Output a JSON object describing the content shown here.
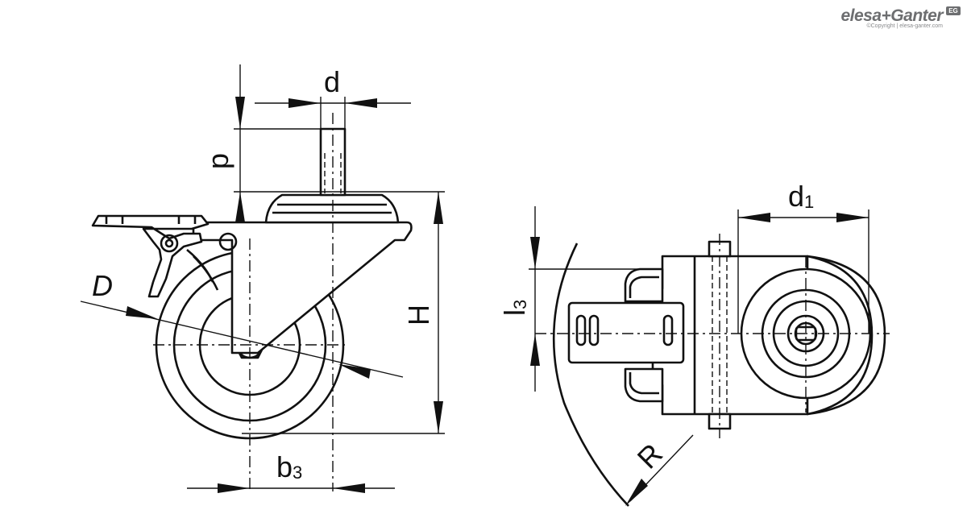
{
  "brand": {
    "name": "elesa+Ganter",
    "badge": "EG",
    "copyright": "©Copyright | elesa-ganter.com"
  },
  "labels": {
    "d": "d",
    "p": "p",
    "H": "H",
    "D": "D",
    "b3_main": "b",
    "b3_sub": "3",
    "d1_main": "d",
    "d1_sub": "1",
    "l3_main": "l",
    "l3_sub": "3",
    "R": "R"
  }
}
